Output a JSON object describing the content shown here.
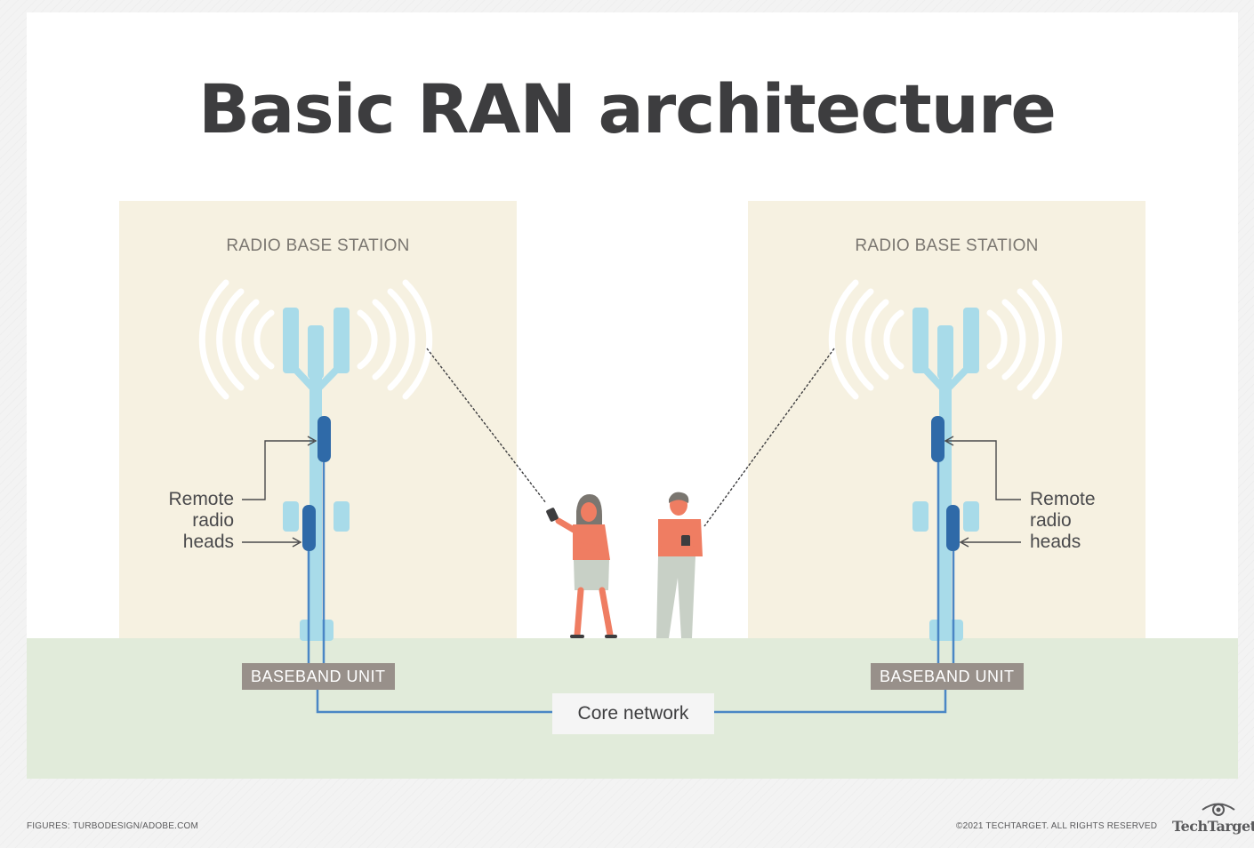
{
  "title": "Basic RAN architecture",
  "left_station": {
    "label": "RADIO BASE STATION",
    "rrh_label": [
      "Remote",
      "radio",
      "heads"
    ],
    "bbu_label": "BASEBAND UNIT"
  },
  "right_station": {
    "label": "RADIO BASE STATION",
    "rrh_label": [
      "Remote",
      "radio",
      "heads"
    ],
    "bbu_label": "BASEBAND UNIT"
  },
  "core_network": "Core network",
  "footer": {
    "figures_credit": "FIGURES: TURBODESIGN/ADOBE.COM",
    "copyright": "©2021 TECHTARGET. ALL RIGHTS RESERVED",
    "logo_text": "TechTarget"
  },
  "colors": {
    "building": "#f6f1e1",
    "ground": "#e1ebda",
    "tower": "#a8dbe9",
    "rrh": "#2f6aa8",
    "cable": "#4a86c5",
    "person": "#ef7d62"
  }
}
